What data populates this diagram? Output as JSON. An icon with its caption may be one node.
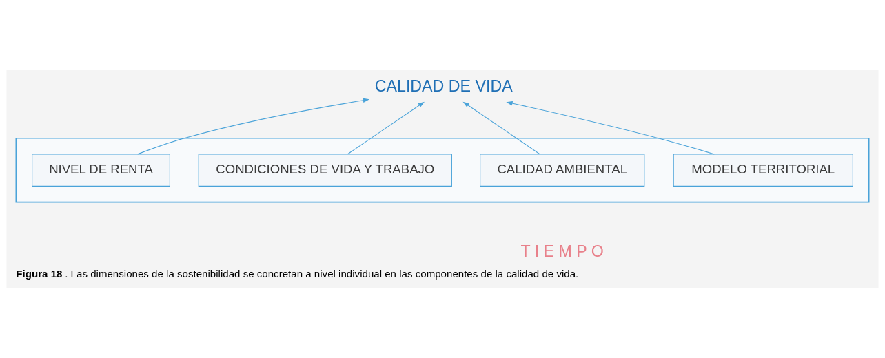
{
  "diagram": {
    "caption": "**Figura 18**. Las dimensiones de la sostenibilidad se concretan a nivel individual en las componentes de la calidad de vida.",
    "nodes": [
      {
        "text": [
          "CALIDAD DE VIDA"
        ]
      },
      {
        "text": [],
        "shape": "arrow"
      },
      {
        "text": [
          "NIVEL DE RENTA"
        ],
        "in": 1
      },
      {
        "text": [
          "CONDICIONES DE VIDA Y TRABAJO"
        ],
        "in": 1
      },
      {
        "text": [
          "CALIDAD AMBIENTAL"
        ],
        "in": 1
      },
      {
        "text": [
          "MODELO TERRITORIAL"
        ],
        "in": 1
      }
    ],
    "edges": [
      {
        "from": 2,
        "to": 0,
        "arrow": "to"
      },
      {
        "from": 3,
        "to": 0,
        "arrow": "to"
      },
      {
        "from": 4,
        "to": 0,
        "arrow": "to"
      },
      {
        "from": 5,
        "to": 0,
        "arrow": "to"
      }
    ],
    "labels": [
      "T I E M P O"
    ]
  }
}
